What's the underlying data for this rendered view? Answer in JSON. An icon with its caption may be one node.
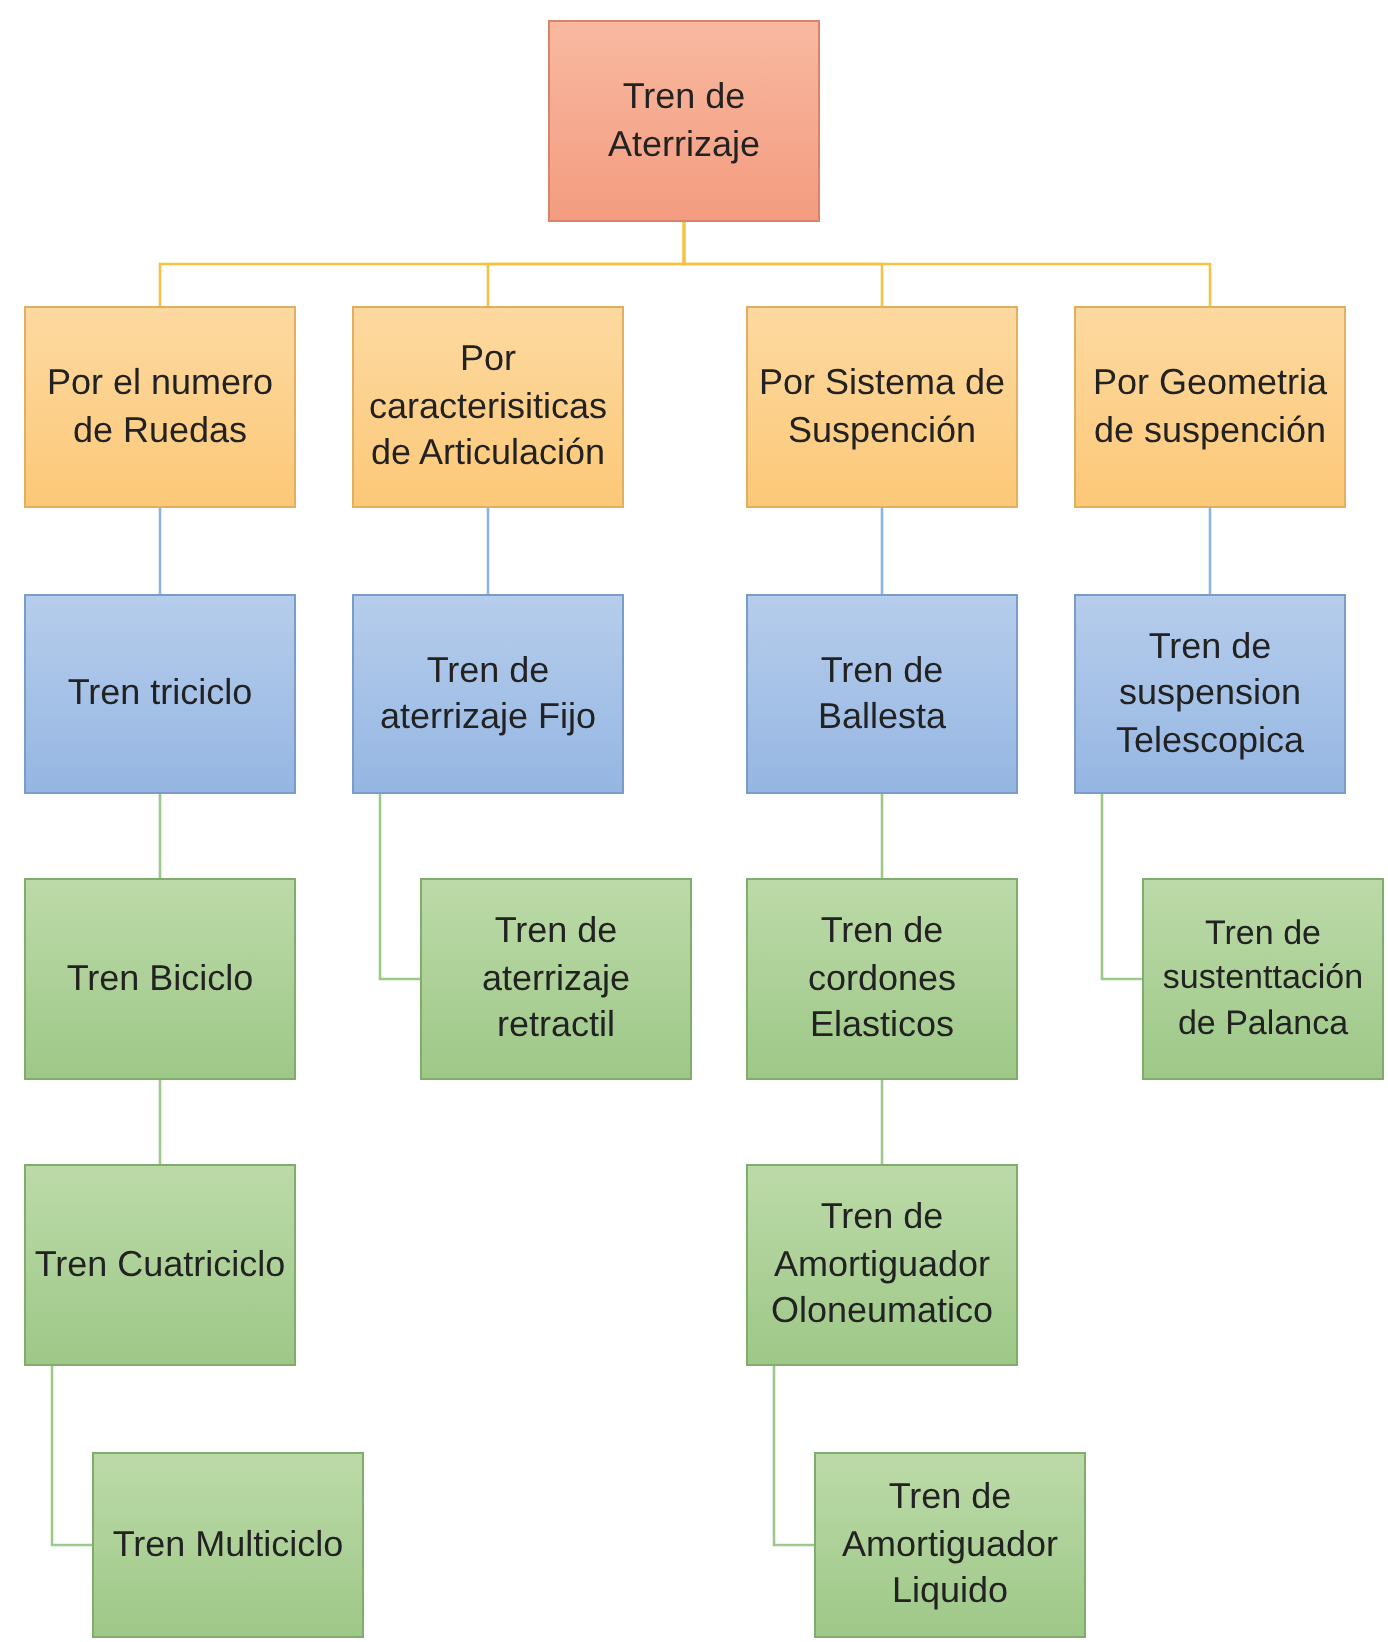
{
  "diagram": {
    "nodes": [
      {
        "text": [
          "Tren de Aterrizaje"
        ]
      },
      {
        "text": [
          "Por el numero de Ruedas"
        ]
      },
      {
        "text": [
          "Por caracterisiticas de Articulación"
        ]
      },
      {
        "text": [
          "Por Sistema de Suspención"
        ]
      },
      {
        "text": [
          "Por Geometria de suspención"
        ]
      },
      {
        "text": [
          "Tren triciclo"
        ]
      },
      {
        "text": [
          "Tren de aterrizaje Fijo"
        ]
      },
      {
        "text": [
          "Tren de Ballesta"
        ]
      },
      {
        "text": [
          "Tren de suspension Telescopica"
        ]
      },
      {
        "text": [
          "Tren Biciclo"
        ]
      },
      {
        "text": [
          "Tren Cuatriciclo"
        ]
      },
      {
        "text": [
          "Tren Multiciclo"
        ]
      },
      {
        "text": [
          "Tren de aterrizaje retractil"
        ]
      },
      {
        "text": [
          "Tren de cordones Elasticos"
        ]
      },
      {
        "text": [
          "Tren de Amortiguador Oloneumatico"
        ]
      },
      {
        "text": [
          "Tren de Amortiguador Liquido"
        ]
      },
      {
        "text": [
          "Tren de sustenttación de Palanca"
        ]
      }
    ],
    "edges": [
      {
        "from": 0,
        "to": 1,
        "arrow": "none",
        "color": "#f5c242"
      },
      {
        "from": 0,
        "to": 2,
        "arrow": "none",
        "color": "#f5c242"
      },
      {
        "from": 0,
        "to": 3,
        "arrow": "none",
        "color": "#f5c242"
      },
      {
        "from": 0,
        "to": 4,
        "arrow": "none",
        "color": "#f5c242"
      },
      {
        "from": 1,
        "to": 5,
        "arrow": "none",
        "color": "#8fb4e0"
      },
      {
        "from": 2,
        "to": 6,
        "arrow": "none",
        "color": "#8fb4e0"
      },
      {
        "from": 3,
        "to": 7,
        "arrow": "none",
        "color": "#8fb4e0"
      },
      {
        "from": 4,
        "to": 8,
        "arrow": "none",
        "color": "#8fb4e0"
      },
      {
        "from": 5,
        "to": 9,
        "arrow": "none"
      },
      {
        "from": 9,
        "to": 10,
        "arrow": "none"
      },
      {
        "from": 10,
        "to": 11,
        "arrow": "none"
      },
      {
        "from": 6,
        "to": 12,
        "arrow": "none"
      },
      {
        "from": 7,
        "to": 13,
        "arrow": "none"
      },
      {
        "from": 13,
        "to": 14,
        "arrow": "none"
      },
      {
        "from": 14,
        "to": 15,
        "arrow": "none"
      },
      {
        "from": 8,
        "to": 16,
        "arrow": "none"
      }
    ]
  }
}
